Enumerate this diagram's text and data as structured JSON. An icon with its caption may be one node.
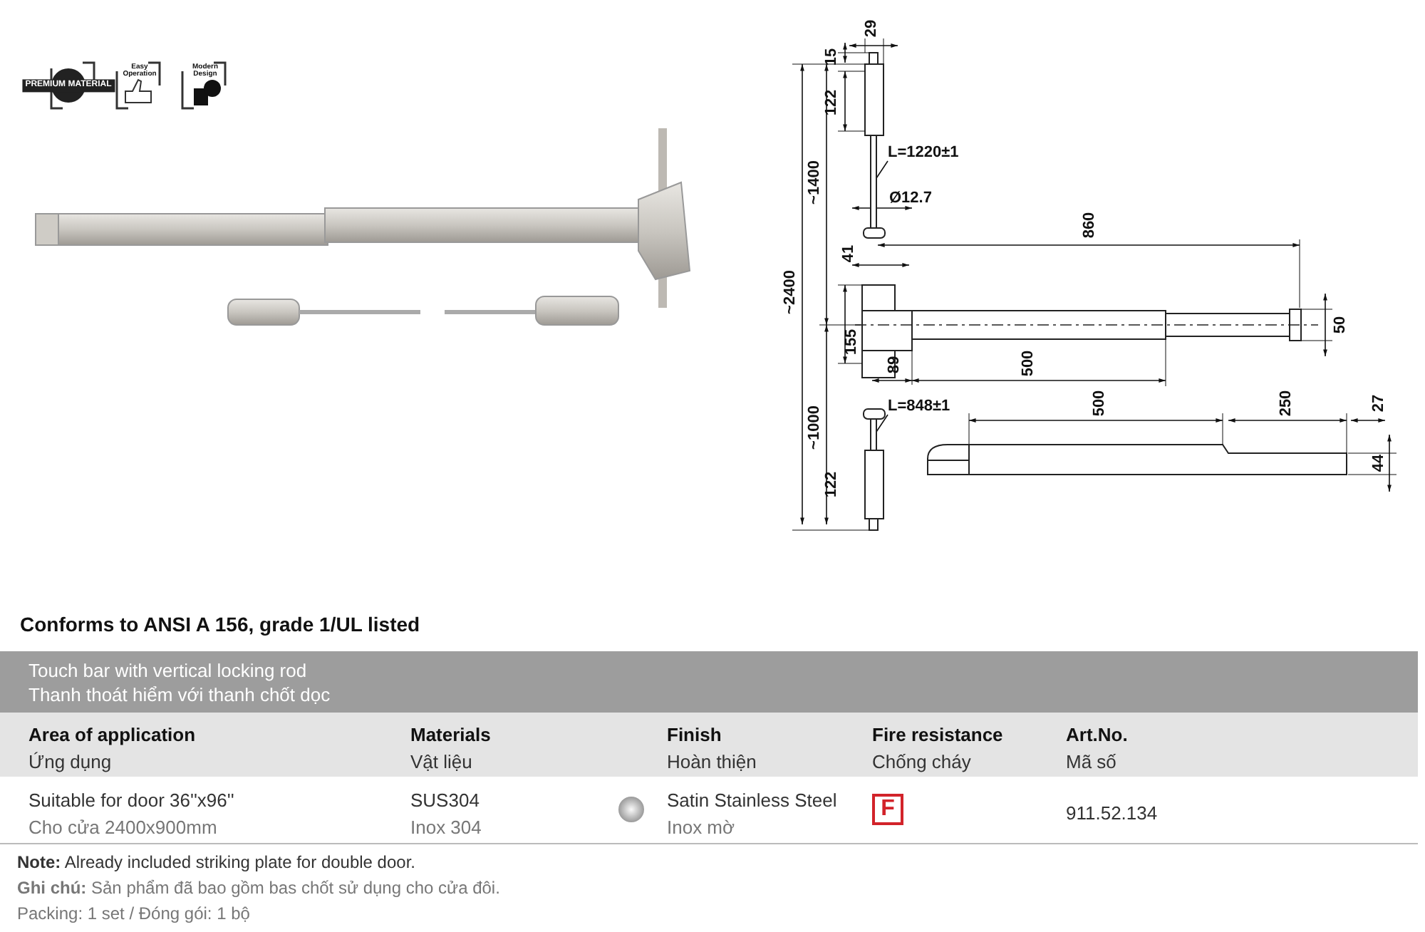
{
  "diagram": {
    "nodes": [
      {
        "text": [
          "L=1220±1"
        ]
      },
      {
        "text": [],
        "shape": "bar"
      },
      {
        "text": [
          "L=848±1"
        ]
      },
      {
        "text": [],
        "shape": "bar"
      }
    ],
    "edges": [
      {
        "from": 0,
        "to": 1,
        "arrow": "none"
      },
      {
        "from": 2,
        "to": 3,
        "arrow": "none"
      }
    ],
    "labels": [
      "PREMIUM MATERIAL",
      "Easy Operation",
      "Modern Design",
      "29",
      "15",
      "122",
      "~1400",
      "~2400",
      "Ø12.7",
      "41",
      "860",
      "155",
      "89",
      "500",
      "50",
      "~1000",
      "122",
      "500",
      "250",
      "27",
      "44",
      "Conforms to ANSI A 156, grade 1/UL listed",
      "Touch bar with vertical locking rod",
      "Thanh thoát hiểm với thanh chốt dọc",
      "Area of application",
      "Ứng dụng",
      "Materials",
      "Vật liệu",
      "Finish",
      "Hoàn thiện",
      "Fire resistance",
      "Chống cháy",
      "Art.No.",
      "Mã số",
      "Suitable for door 36''x96''",
      "Cho cửa 2400x900mm",
      "SUS304",
      "Inox 304",
      "Satin Stainless Steel",
      "Inox mờ",
      "F",
      "911.52.134",
      "**Note:** Already included striking plate for double door.",
      "**Ghi chú:** Sản phẩm đã bao gồm bas chốt sử dụng cho cửa đôi.",
      "Packing: 1 set / Đóng gói: 1 bộ"
    ]
  }
}
